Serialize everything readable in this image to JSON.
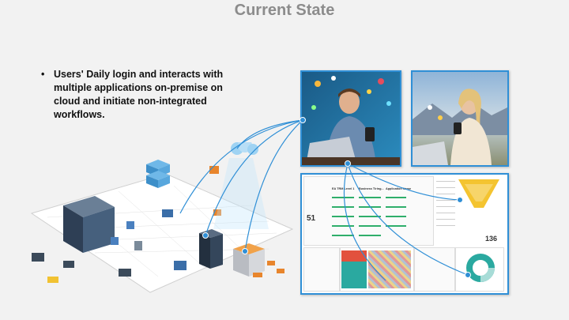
{
  "slide": {
    "title": "Current State",
    "bullet": "Users' Daily login and interacts with multiple applications on-premise on cloud and initiate non-integrated workflows.",
    "bullet_marker": "•"
  },
  "dashboard": {
    "kpi_left": "51",
    "kpi_right": "136",
    "column_headers": [
      "EA TRM Level 1",
      "Business Tiring...",
      "Application Name"
    ]
  },
  "colors": {
    "accent_blue": "#2f8fd6",
    "title_gray": "#8c8c8c",
    "funnel_yellow": "#f4c430",
    "donut_teal": "#2aa9a0"
  }
}
